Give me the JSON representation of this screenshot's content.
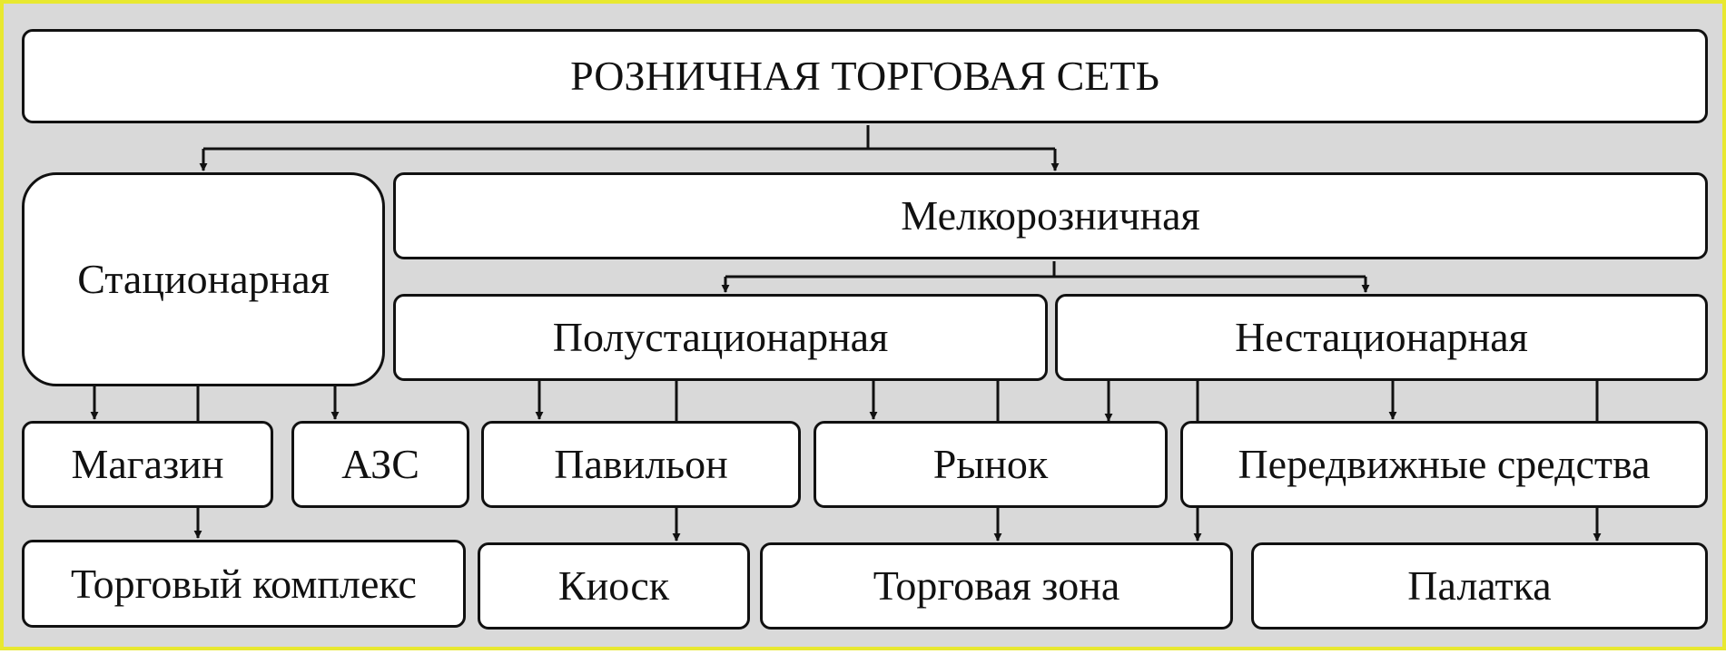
{
  "diagram": {
    "root": "РОЗНИЧНАЯ ТОРГОВАЯ СЕТЬ",
    "stationary": "Стационарная",
    "small_retail": "Мелкорозничная",
    "semi_stationary": "Полустационарная",
    "non_stationary": "Нестационарная",
    "shop": "Магазин",
    "gas_station": "АЗС",
    "pavilion": "Павильон",
    "market": "Рынок",
    "mobile": "Передвижные средства",
    "trade_complex": "Торговый комплекс",
    "kiosk": "Киоск",
    "trade_zone": "Торговая зона",
    "tent": "Палатка"
  },
  "colors": {
    "background": "#d9d9d9",
    "frame_border": "#e8e830",
    "box_fill": "#ffffff",
    "line": "#111111"
  }
}
